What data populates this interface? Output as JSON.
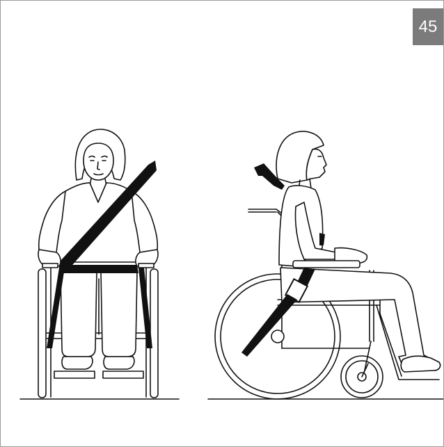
{
  "figure": {
    "number": "45",
    "colors": {
      "badge_bg": "#7b7b7b",
      "badge_text": "#ffffff",
      "line": "#111111",
      "frame": "#9a9a9a"
    },
    "views": [
      {
        "id": "front",
        "subject": "seated-person-with-lap-and-shoulder-belt"
      },
      {
        "id": "side",
        "subject": "seated-person-with-lap-and-shoulder-belt"
      }
    ]
  }
}
